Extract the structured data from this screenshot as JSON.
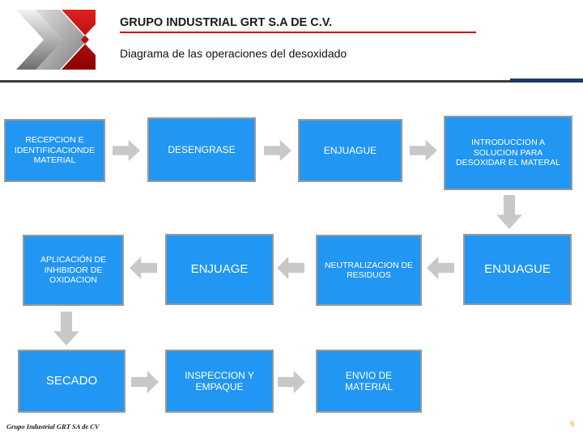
{
  "header": {
    "title": "GRUPO INDUSTRIAL  GRT S.A DE C.V.",
    "subtitle": "Diagrama de las operaciones del desoxidado",
    "logo_name": "grt-logo"
  },
  "diagram": {
    "type": "flowchart",
    "node_fill": "#2196f3",
    "node_border": "#9a9a9a",
    "arrow_color": "#c8c8c8",
    "nodes": [
      {
        "id": "n1",
        "label": "RECEPCION  E IDENTIFICACIONDE MATERIAL"
      },
      {
        "id": "n2",
        "label": "DESENGRASE"
      },
      {
        "id": "n3",
        "label": "ENJUAGUE"
      },
      {
        "id": "n4",
        "label": "INTRODUCCION A SOLUCION PARA DESOXIDAR EL MATERAL"
      },
      {
        "id": "n5",
        "label": "ENJUAGUE"
      },
      {
        "id": "n6",
        "label": "NEUTRALIZACION DE RESIDUOS"
      },
      {
        "id": "n7",
        "label": "ENJUAGE"
      },
      {
        "id": "n8",
        "label": "APLICACIÓN DE INHIBIDOR DE OXIDACION"
      },
      {
        "id": "n9",
        "label": "SECADO"
      },
      {
        "id": "n10",
        "label": "INSPECCION Y EMPAQUE"
      },
      {
        "id": "n11",
        "label": "ENVIO DE MATERIAL"
      }
    ],
    "connectors": [
      {
        "from": "n1",
        "to": "n2",
        "direction": "right"
      },
      {
        "from": "n2",
        "to": "n3",
        "direction": "right"
      },
      {
        "from": "n3",
        "to": "n4",
        "direction": "right"
      },
      {
        "from": "n4",
        "to": "n5",
        "direction": "down"
      },
      {
        "from": "n5",
        "to": "n6",
        "direction": "left"
      },
      {
        "from": "n6",
        "to": "n7",
        "direction": "left"
      },
      {
        "from": "n7",
        "to": "n8",
        "direction": "left"
      },
      {
        "from": "n8",
        "to": "n9",
        "direction": "down"
      },
      {
        "from": "n9",
        "to": "n10",
        "direction": "right"
      },
      {
        "from": "n10",
        "to": "n11",
        "direction": "right"
      }
    ]
  },
  "footer": {
    "company": "Grupo Industrial GRT SA de CV",
    "page": "6"
  }
}
